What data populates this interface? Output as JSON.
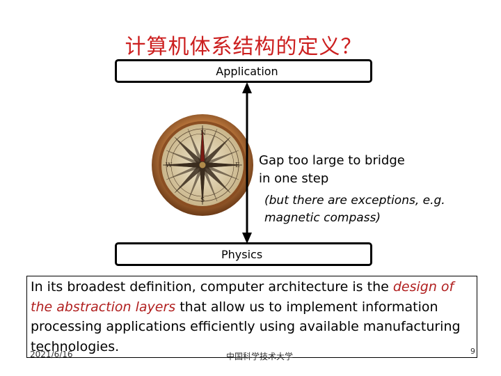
{
  "slide": {
    "title": "计算机体系结构的定义？",
    "top_box_label": "Application",
    "bottom_box_label": "Physics",
    "gap_line1": "Gap too large to bridge",
    "gap_line2": "in one step",
    "exception_line1": "(but there are exceptions, e.g.",
    "exception_line2": "magnetic compass)",
    "definition": {
      "part1": "In its broadest definition, computer architecture is the ",
      "emph1": "design of the abstraction layers",
      "part2": " that allow us to implement information processing applications efficiently using available manufacturing technologies."
    },
    "compass_icon": "magnetic-compass"
  },
  "footer": {
    "date": "2021/6/16",
    "organization": "中国科学技术大学",
    "page_number": "9"
  },
  "colors": {
    "title": "#cc1f1f",
    "emphasis": "#b01e1e",
    "compass_rim": "#b5733a",
    "compass_face": "#e8dcc0"
  }
}
